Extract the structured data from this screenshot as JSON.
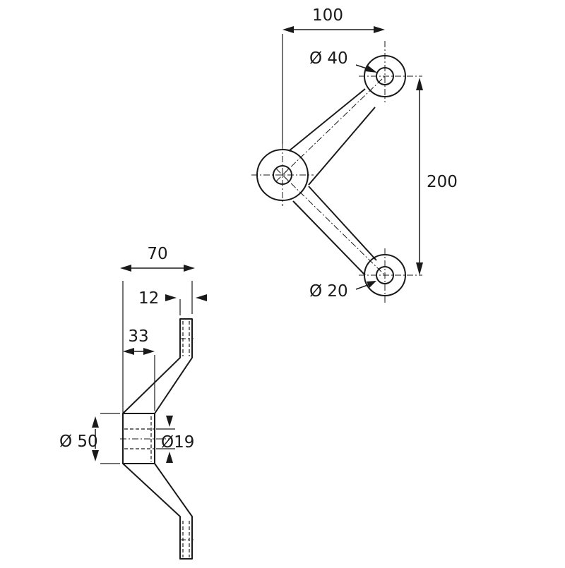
{
  "dimensions": {
    "top_width": "100",
    "top_hole_dia": "Ø 40",
    "height": "200",
    "bottom_hole_dia": "Ø 20",
    "side_width": "70",
    "tab_thickness": "12",
    "boss_width": "33",
    "boss_dia": "Ø 50",
    "bore_dia": "Ø19"
  }
}
